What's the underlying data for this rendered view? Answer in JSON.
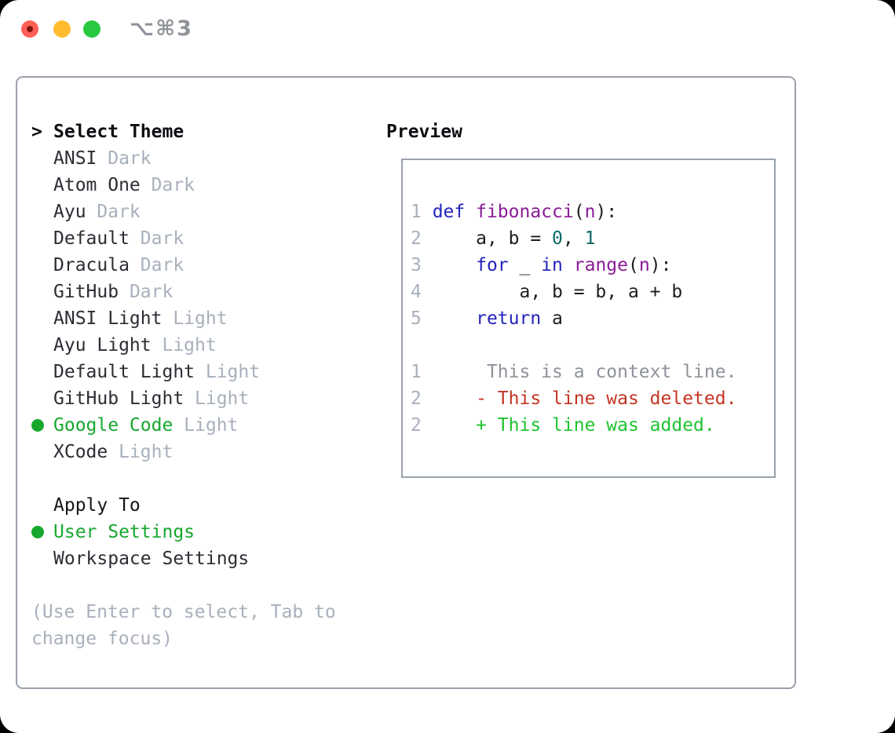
{
  "window": {
    "title": "⌥⌘3",
    "traffic_lights": [
      "close",
      "minimize",
      "zoom"
    ]
  },
  "theme_selector": {
    "prompt": ">",
    "header": "Select Theme",
    "items": [
      {
        "name": "ANSI",
        "variant": "Dark",
        "selected": false
      },
      {
        "name": "Atom One",
        "variant": "Dark",
        "selected": false
      },
      {
        "name": "Ayu",
        "variant": "Dark",
        "selected": false
      },
      {
        "name": "Default",
        "variant": "Dark",
        "selected": false
      },
      {
        "name": "Dracula",
        "variant": "Dark",
        "selected": false
      },
      {
        "name": "GitHub",
        "variant": "Dark",
        "selected": false
      },
      {
        "name": "ANSI Light",
        "variant": "Light",
        "selected": false
      },
      {
        "name": "Ayu Light",
        "variant": "Light",
        "selected": false
      },
      {
        "name": "Default Light",
        "variant": "Light",
        "selected": false
      },
      {
        "name": "GitHub Light",
        "variant": "Light",
        "selected": false
      },
      {
        "name": "Google Code",
        "variant": "Light",
        "selected": true
      },
      {
        "name": "XCode",
        "variant": "Light",
        "selected": false
      }
    ]
  },
  "apply_to": {
    "label": "Apply To",
    "options": [
      {
        "name": "User Settings",
        "selected": true
      },
      {
        "name": "Workspace Settings",
        "selected": false
      }
    ]
  },
  "hint": {
    "line1": "(Use Enter to select, Tab to",
    "line2": "change focus)"
  },
  "preview": {
    "title": "Preview",
    "lines": [
      {
        "num": "1",
        "segments": [
          {
            "t": "def ",
            "s": "kw"
          },
          {
            "t": "fibonacci",
            "s": "fn"
          },
          {
            "t": "(",
            "s": "pl"
          },
          {
            "t": "n",
            "s": "fn"
          },
          {
            "t": "):",
            "s": "pl"
          }
        ]
      },
      {
        "num": "2",
        "segments": [
          {
            "t": "    a, b = ",
            "s": "pl"
          },
          {
            "t": "0",
            "s": "nm"
          },
          {
            "t": ", ",
            "s": "pl"
          },
          {
            "t": "1",
            "s": "nm"
          }
        ]
      },
      {
        "num": "3",
        "segments": [
          {
            "t": "    ",
            "s": "pl"
          },
          {
            "t": "for",
            "s": "kw"
          },
          {
            "t": " _ ",
            "s": "pl"
          },
          {
            "t": "in",
            "s": "kw"
          },
          {
            "t": " ",
            "s": "pl"
          },
          {
            "t": "range",
            "s": "fn"
          },
          {
            "t": "(",
            "s": "pl"
          },
          {
            "t": "n",
            "s": "fn"
          },
          {
            "t": "):",
            "s": "pl"
          }
        ]
      },
      {
        "num": "4",
        "segments": [
          {
            "t": "        a, b = b, a + b",
            "s": "pl"
          }
        ]
      },
      {
        "num": "5",
        "segments": [
          {
            "t": "    ",
            "s": "pl"
          },
          {
            "t": "return",
            "s": "kw"
          },
          {
            "t": " a",
            "s": "pl"
          }
        ]
      },
      {
        "num": "",
        "segments": []
      },
      {
        "num": "1",
        "segments": [
          {
            "t": "     This is a context line.",
            "s": "ctx"
          }
        ]
      },
      {
        "num": "2",
        "segments": [
          {
            "t": "    - This line was deleted.",
            "s": "del"
          }
        ]
      },
      {
        "num": "2",
        "segments": [
          {
            "t": "    + This line was added.",
            "s": "add"
          }
        ]
      }
    ]
  },
  "colors": {
    "border": "#9aa2ad",
    "text_dark": "#2c2c34",
    "text_muted": "#a8b0bc",
    "accent_green": "#17a72e",
    "code_keyword": "#2424bc",
    "code_function": "#8a1c96",
    "code_number": "#0e6a6a",
    "code_plain": "#1d1d22",
    "diff_context": "#8e929a",
    "diff_deleted": "#c43524",
    "diff_added": "#1fc32f",
    "titlebar_text": "#8f939a",
    "light_red": "#ff5f57",
    "light_yellow": "#febc2e",
    "light_green": "#28c840"
  }
}
